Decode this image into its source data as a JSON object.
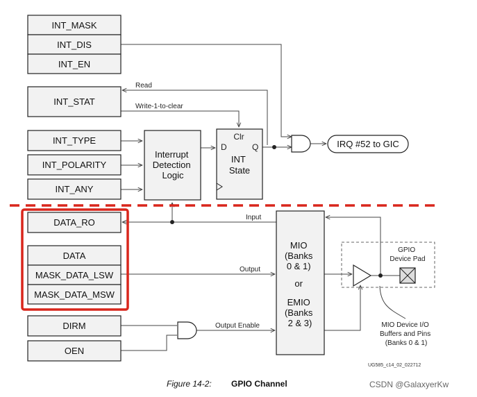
{
  "registers": {
    "int_mask": "INT_MASK",
    "int_dis": "INT_DIS",
    "int_en": "INT_EN",
    "int_stat": "INT_STAT",
    "int_type": "INT_TYPE",
    "int_polarity": "INT_POLARITY",
    "int_any": "INT_ANY",
    "data_ro": "DATA_RO",
    "data": "DATA",
    "mask_data_lsw": "MASK_DATA_LSW",
    "mask_data_msw": "MASK_DATA_MSW",
    "dirm": "DIRM",
    "oen": "OEN"
  },
  "blocks": {
    "interrupt_logic": [
      "Interrupt",
      "Detection",
      "Logic"
    ],
    "flipflop": {
      "clr": "Clr",
      "d": "D",
      "q": "Q",
      "state": [
        "INT",
        "State"
      ]
    },
    "irq": "IRQ #52 to GIC",
    "mio": [
      "MIO",
      "(Banks",
      "0 & 1)",
      "or",
      "EMIO",
      "(Banks",
      "2 & 3)"
    ],
    "pad": [
      "GPIO",
      "Device Pad"
    ],
    "buffers_note": [
      "MIO Device I/O",
      "Buffers and Pins",
      "(Banks 0 & 1)"
    ]
  },
  "signals": {
    "read": "Read",
    "write_clear": "Write-1-to-clear",
    "input": "Input",
    "output": "Output",
    "output_enable": "Output Enable"
  },
  "doc_code": "UG585_c14_02_022712",
  "caption": {
    "figure": "Figure 14-2:",
    "title": "GPIO Channel"
  },
  "watermark": "CSDN @GalaxyerKw",
  "colors": {
    "highlight": "#d9261c",
    "box_fill": "#f2f2f2"
  }
}
